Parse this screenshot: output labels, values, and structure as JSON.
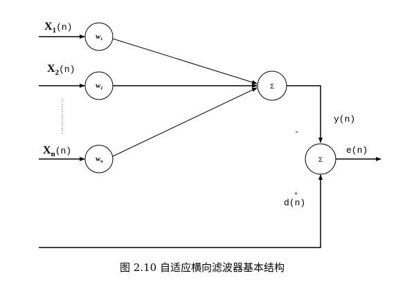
{
  "inputs": [
    {
      "symbol": "X",
      "sub": "1",
      "arg": "(n)",
      "weight_symbol": "w",
      "weight_sub": "1"
    },
    {
      "symbol": "X",
      "sub": "2",
      "arg": "(n)",
      "weight_symbol": "w",
      "weight_sub": "2"
    },
    {
      "symbol": "X",
      "sub": "n",
      "arg": "(n)",
      "weight_symbol": "w",
      "weight_sub": "n"
    }
  ],
  "summer_top": "Σ",
  "summer_bottom": "Σ",
  "output_label": "y(n)",
  "minus_sign": "-",
  "plus_sign": "+",
  "desired_label": "d(n)",
  "error_label": "e(n)",
  "caption": "图 2.10 自适应横向滤波器基本结构"
}
